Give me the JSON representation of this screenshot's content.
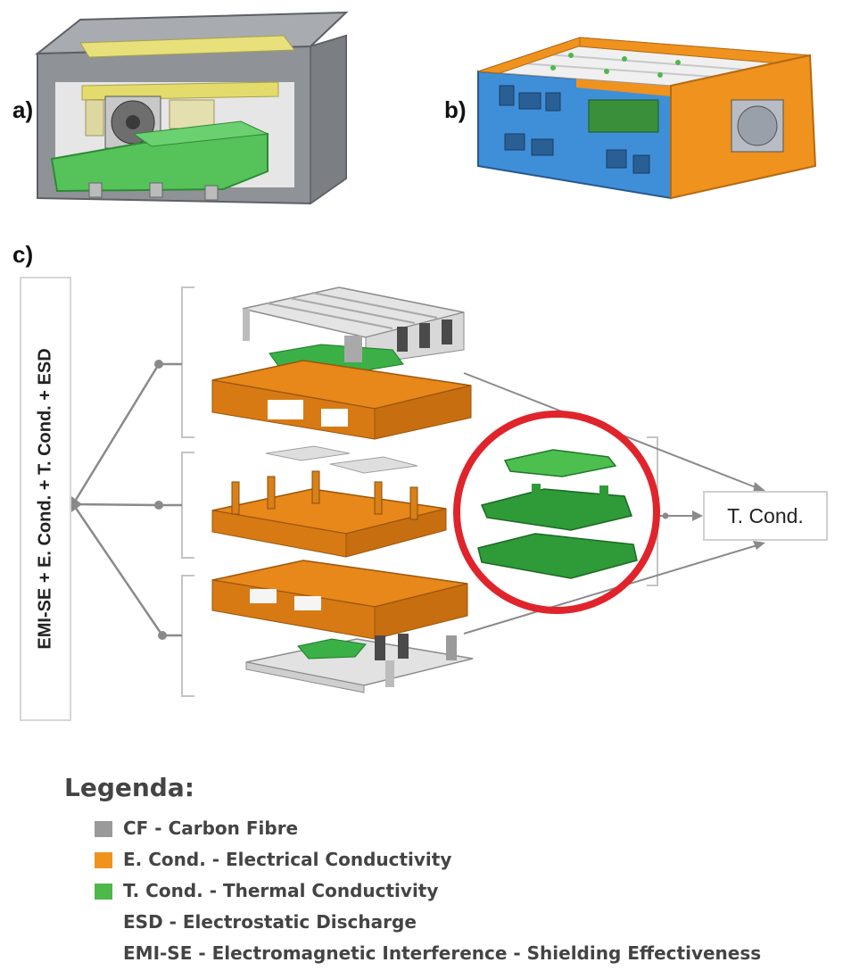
{
  "panels": {
    "a_label": "a)",
    "b_label": "b)",
    "c_label": "c)"
  },
  "diagram": {
    "left_box_text": "EMI-SE + E. Cond. + T. Cond. + ESD",
    "right_box_text": "T. Cond."
  },
  "legend": {
    "title": "Legenda:",
    "items": [
      {
        "text": "CF - Carbon Fibre",
        "color": "#9a9a9a"
      },
      {
        "text": "E. Cond. - Electrical Conductivity",
        "color": "#f0921e"
      },
      {
        "text": "T. Cond. - Thermal Conductivity",
        "color": "#4fb84a"
      },
      {
        "text": "ESD - Electrostatic Discharge",
        "color": ""
      },
      {
        "text": "EMI-SE - Electromagnetic Interference - Shielding Effectiveness",
        "color": ""
      }
    ]
  },
  "colors": {
    "carbon_fibre": "#9a9a9a",
    "electrical": "#e8871a",
    "thermal": "#3fae3a",
    "blue_housing": "#3f8fd8",
    "highlight_circle": "#e0242b"
  }
}
